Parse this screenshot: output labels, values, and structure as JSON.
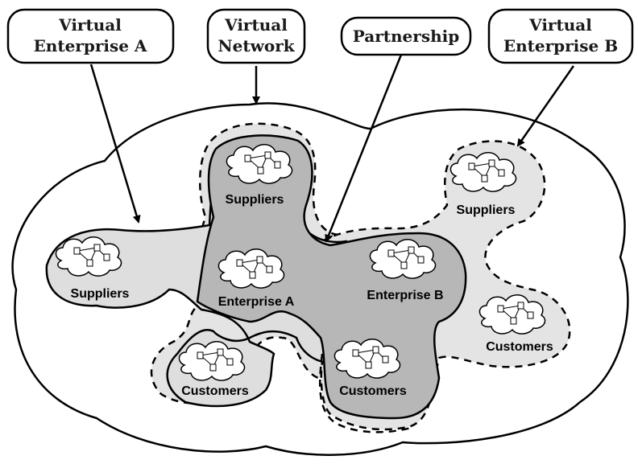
{
  "callouts": {
    "virtual_enterprise_a": [
      "Virtual",
      "Enterprise A"
    ],
    "virtual_network": [
      "Virtual",
      "Network"
    ],
    "partnership": [
      "Partnership"
    ],
    "virtual_enterprise_b": [
      "Virtual",
      "Enterprise B"
    ]
  },
  "labels": {
    "suppliers_left": "Suppliers",
    "suppliers_top": "Suppliers",
    "suppliers_right": "Suppliers",
    "enterprise_a": "Enterprise A",
    "enterprise_b": "Enterprise B",
    "customers_left": "Customers",
    "customers_mid": "Customers",
    "customers_right": "Customers"
  },
  "colors": {
    "outer_cloud": "#ffffff",
    "virtual_enterprise_region": "#e4e4e4",
    "partnership_region": "#b7b7b7",
    "mini_cloud": "#ffffff",
    "stroke": "#000000"
  }
}
